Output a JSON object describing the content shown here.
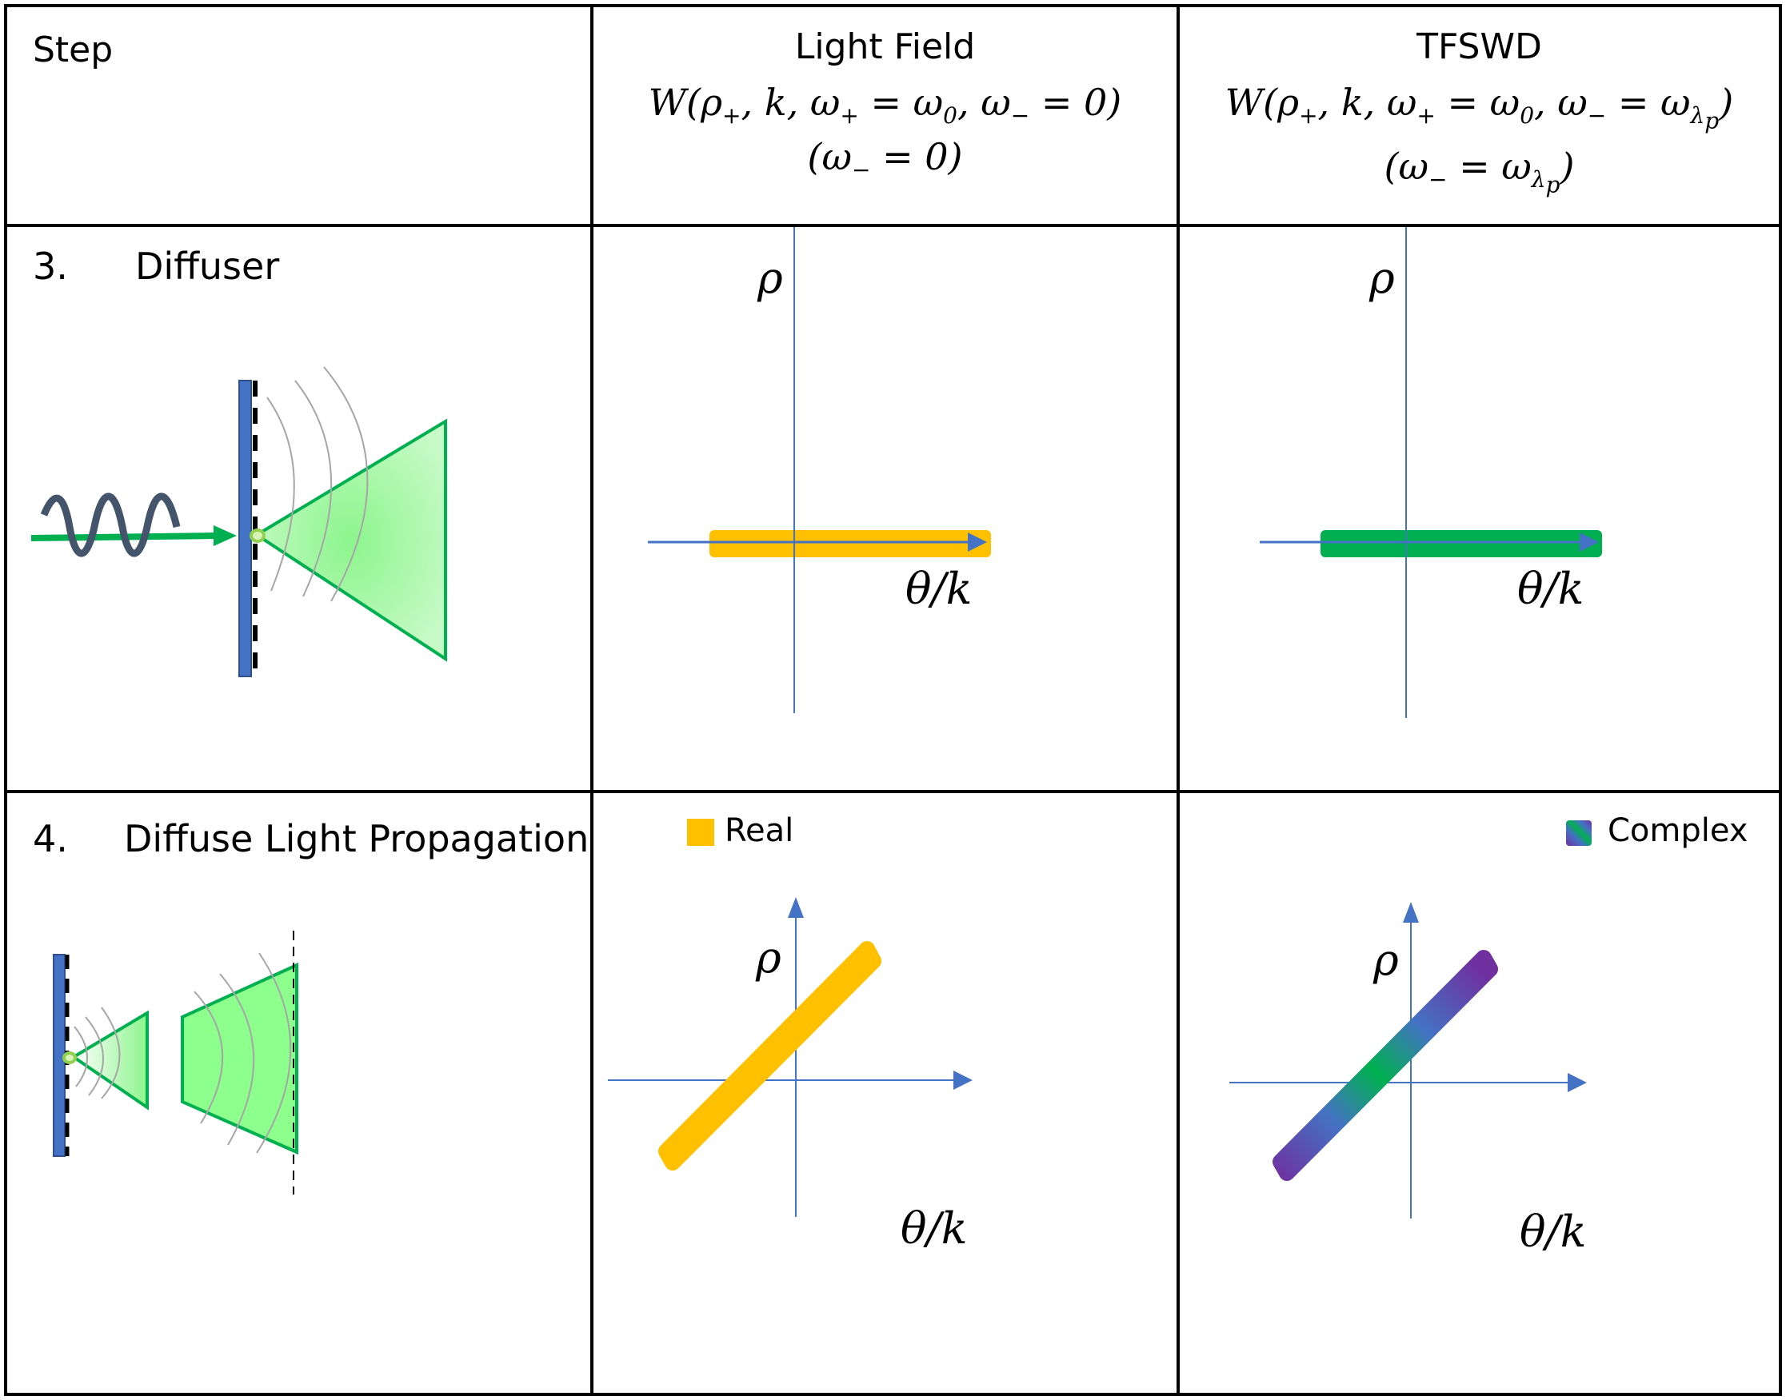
{
  "table": {
    "headers": {
      "step": "Step",
      "light_field": {
        "title": "Light Field",
        "formula": "W(ρ₊, k, ω₊ = ω₀, ω₋ = 0)",
        "condition": "(ω₋ = 0)"
      },
      "tfswd": {
        "title": "TFSWD",
        "formula": "W(ρ₊, k, ω₊ = ω₀, ω₋ = ω_λp)",
        "condition": "(ω₋ = ω_λp)"
      }
    },
    "rows": [
      {
        "number": "3.",
        "label": "Diffuser",
        "light_field_plot": {
          "shape": "horizontal band along θ/k axis",
          "fill": "#FFC000"
        },
        "tfswd_plot": {
          "shape": "horizontal band along θ/k axis",
          "fill": "#00B050"
        }
      },
      {
        "number": "4.",
        "label": "Diffuse Light Propagation",
        "light_field_plot": {
          "shape": "sheared diagonal band",
          "fill": "#FFC000",
          "legend": "Real"
        },
        "tfswd_plot": {
          "shape": "sheared diagonal band",
          "gradient": [
            "#7030A0",
            "#4472C4",
            "#00B050",
            "#4472C4",
            "#7030A0"
          ],
          "legend": "Complex"
        }
      }
    ]
  },
  "axes": {
    "y_label": "ρ",
    "x_label": "θ/k",
    "color": "#4472C4"
  },
  "colors": {
    "diffuser_plate": "#4472C4",
    "beam": "#00B050",
    "wave": "#44546A",
    "cone_fill": "#90FF90",
    "wavefront": "#A6A6A6",
    "real": "#FFC000",
    "complex_center": "#00B050",
    "complex_edge": "#7030A0"
  }
}
